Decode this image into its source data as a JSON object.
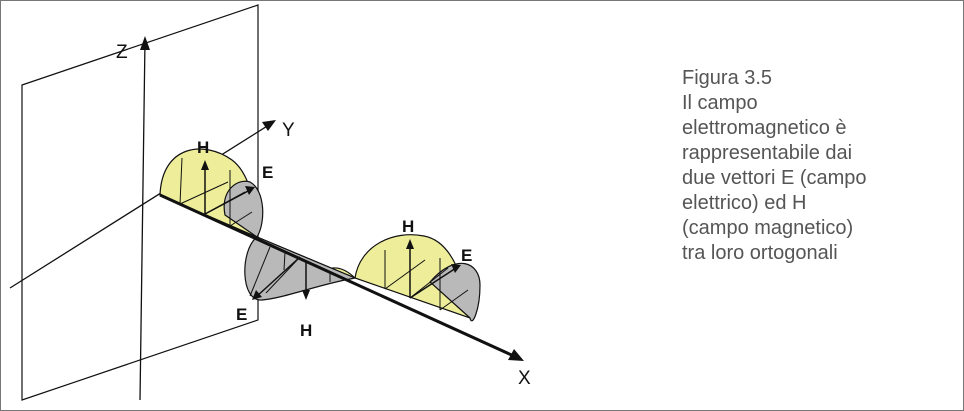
{
  "axes": {
    "z": "Z",
    "y": "Y",
    "x": "X"
  },
  "vectors": {
    "h": "H",
    "e": "E"
  },
  "caption": {
    "lines": [
      "Figura 3.5",
      "Il campo",
      "elettromagnetico è",
      "rappresentabile dai",
      "due vettori E (campo",
      "elettrico) ed H",
      "(campo magnetico)",
      "tra loro ortogonali"
    ]
  },
  "colors": {
    "magnetic_fill": "#eeee9a",
    "electric_fill": "#b9b9b9",
    "line": "#111111",
    "caption_text": "#555555"
  }
}
